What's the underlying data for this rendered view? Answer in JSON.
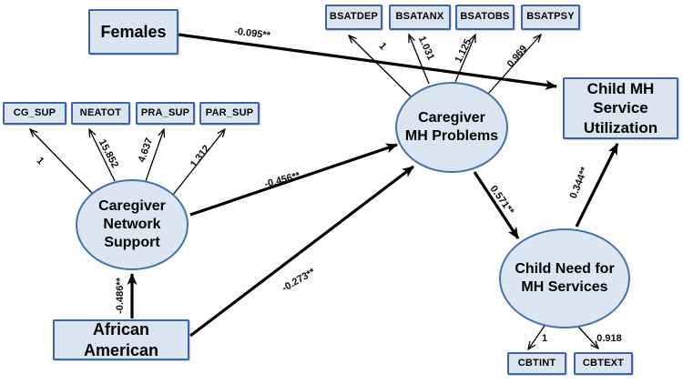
{
  "nodes": {
    "females": "Females",
    "african_american": "African American",
    "caregiver_network_support": "Caregiver\nNetwork\nSupport",
    "caregiver_mh_problems": "Caregiver\nMH Problems",
    "child_mh_service_utilization": "Child MH\nService\nUtilization",
    "child_need_for_mh_services": "Child Need for\nMH Services"
  },
  "indicators": {
    "bsatdep": "BSATDEP",
    "bsatanx": "BSATANX",
    "bsatobs": "BSATOBS",
    "bsatpsy": "BSATPSY",
    "cg_sup": "CG_SUP",
    "neatot": "NEATOT",
    "pra_sup": "PRA_SUP",
    "par_sup": "PAR_SUP",
    "cbtint": "CBTINT",
    "cbtext": "CBTEXT"
  },
  "coefficients": {
    "females_to_utilization": "-0.095**",
    "support_to_problems": "-0.456**",
    "african_american_to_support": "-0.486**",
    "african_american_to_problems": "-0.273**",
    "problems_to_need": "0.571**",
    "need_to_utilization": "0.344**"
  },
  "loadings": {
    "cg_sup": "1",
    "neatot": "15.852",
    "pra_sup": "4.637",
    "par_sup": "1.312",
    "bsatdep": "1",
    "bsatanx": "1.031",
    "bsatobs": "1.125",
    "bsatpsy": "0.969",
    "cbtint": "1",
    "cbtext": "0.918"
  },
  "colors": {
    "node_fill": "#dbe5f1",
    "node_border": "#3d64a4",
    "ellipse_border": "#4472a8",
    "arrow": "#000000"
  }
}
